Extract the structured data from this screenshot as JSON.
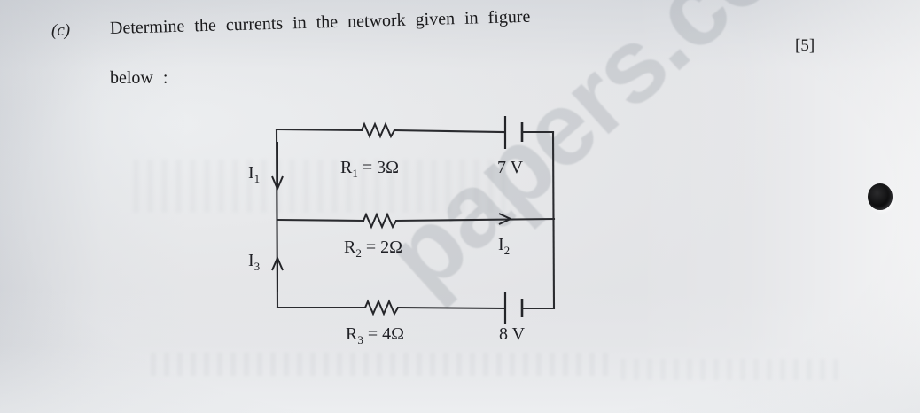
{
  "question": {
    "part_label": "(c)",
    "line1_words": [
      "Determine",
      "the",
      "currents",
      "in",
      "the",
      "network",
      "given",
      "in",
      "figure"
    ],
    "line1_text": "Determine  the  currents  in  the  network  given  in  figure",
    "line2_text": "below  :",
    "marks": "[5]"
  },
  "watermark": {
    "text": "papers.com"
  },
  "circuit": {
    "branches": [
      {
        "id": "top",
        "resistor_label": "R",
        "resistor_sub": "1",
        "resistor_value": "= 3Ω",
        "resistor_full": "R₁ = 3Ω",
        "source_label": "7 V"
      },
      {
        "id": "middle",
        "resistor_label": "R",
        "resistor_sub": "2",
        "resistor_value": "= 2Ω",
        "resistor_full": "R₂ = 2Ω",
        "source_label": ""
      },
      {
        "id": "bottom",
        "resistor_label": "R",
        "resistor_sub": "3",
        "resistor_value": "= 4Ω",
        "resistor_full": "R₃ = 4Ω",
        "source_label": "8 V"
      }
    ],
    "currents": [
      {
        "id": "I1",
        "label": "I",
        "sub": "1",
        "direction": "down",
        "location": "left-upper"
      },
      {
        "id": "I3",
        "label": "I",
        "sub": "3",
        "direction": "up",
        "location": "left-lower"
      },
      {
        "id": "I2",
        "label": "I",
        "sub": "2",
        "direction": "right",
        "location": "middle-branch"
      }
    ],
    "r1_label": "R",
    "r1_sub": "1",
    "r1_val": " = 3Ω",
    "r2_label": "R",
    "r2_sub": "2",
    "r2_val": " = 2Ω",
    "r3_label": "R",
    "r3_sub": "3",
    "r3_val": " = 4Ω",
    "v_top": "7 V",
    "v_bottom": "8 V",
    "i1_label": "I",
    "i1_sub": "1",
    "i2_label": "I",
    "i2_sub": "2",
    "i3_label": "I",
    "i3_sub": "3"
  },
  "colors": {
    "paper": "#e8e9eb",
    "ink": "#1a1a1c",
    "wire": "#2a2b2f",
    "watermark": "rgba(120,126,138,0.22)"
  }
}
